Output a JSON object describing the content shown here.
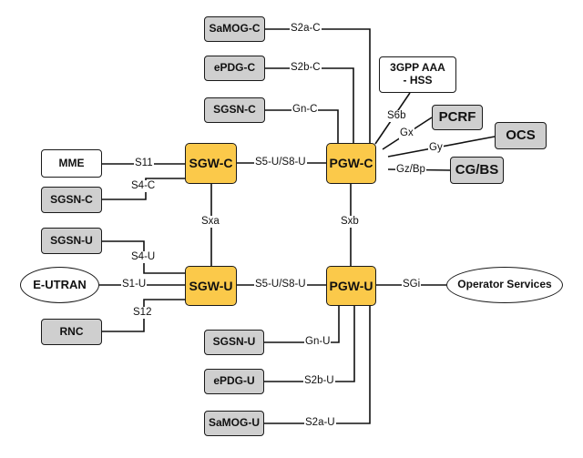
{
  "nodes": {
    "samog_c": "SaMOG-C",
    "epdg_c": "ePDG-C",
    "sgsn_c_top": "SGSN-C",
    "aaa_hss": "3GPP AAA\n- HSS",
    "pcrf": "PCRF",
    "ocs": "OCS",
    "mme": "MME",
    "sgw_c": "SGW-C",
    "pgw_c": "PGW-C",
    "cg_bs": "CG/BS",
    "sgsn_c_left": "SGSN-C",
    "sgsn_u_left": "SGSN-U",
    "e_utran": "E-UTRAN",
    "sgw_u": "SGW-U",
    "pgw_u": "PGW-U",
    "operator_services": "Operator Services",
    "rnc": "RNC",
    "sgsn_u_bottom": "SGSN-U",
    "epdg_u": "ePDG-U",
    "samog_u": "SaMOG-U"
  },
  "interfaces": {
    "s2a_c": "S2a-C",
    "s2b_c": "S2b-C",
    "gn_c": "Gn-C",
    "s6b": "S6b",
    "gx": "Gx",
    "gy": "Gy",
    "gz_bp": "Gz/Bp",
    "s11": "S11",
    "s4_c": "S4-C",
    "s5_s8_c": "S5-U/S8-U",
    "sxa": "Sxa",
    "sxb": "Sxb",
    "s4_u": "S4-U",
    "s1_u": "S1-U",
    "s5_s8_u": "S5-U/S8-U",
    "sgi": "SGi",
    "s12": "S12",
    "gn_u": "Gn-U",
    "s2b_u": "S2b-U",
    "s2a_u": "S2a-U"
  },
  "colors": {
    "core_fill": "#fbc94a",
    "peer_fill": "#cfcfcf",
    "line": "#111111"
  }
}
